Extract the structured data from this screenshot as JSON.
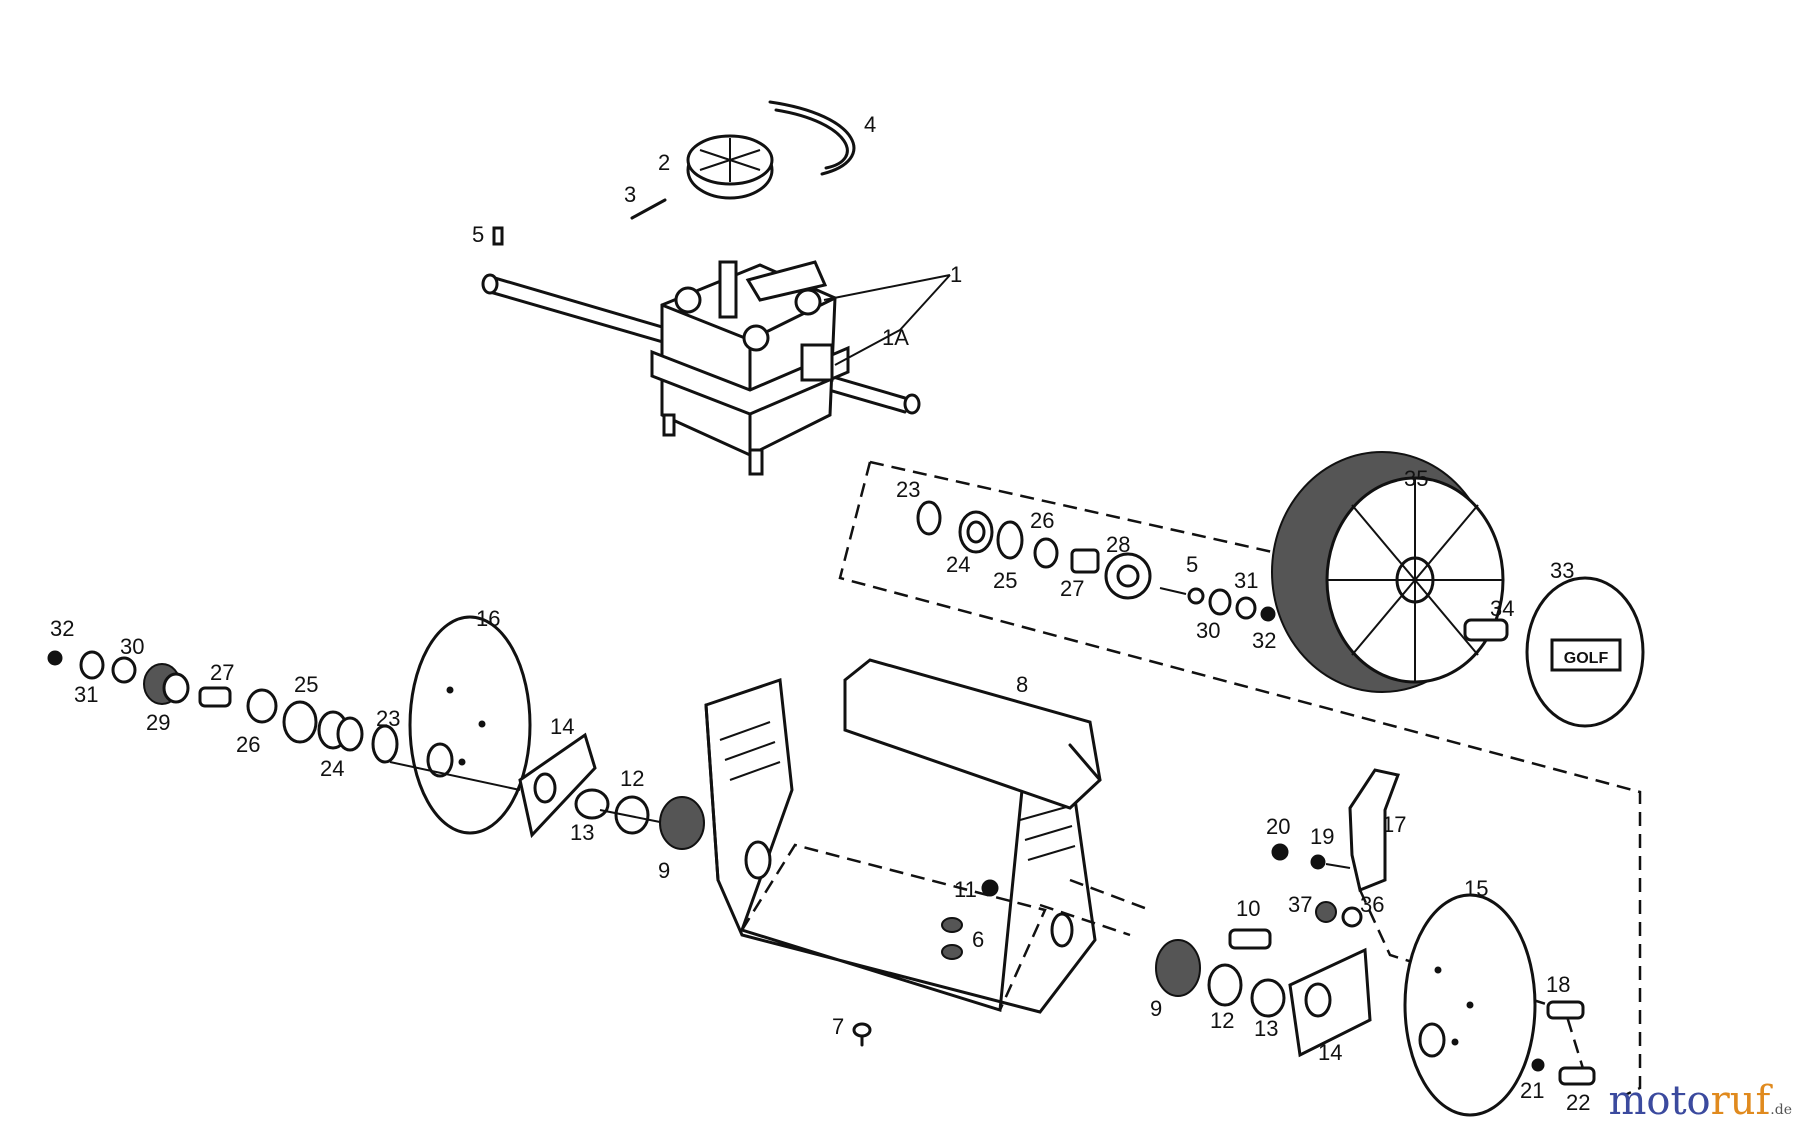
{
  "diagram": {
    "labels": {
      "l1": "1",
      "l1A": "1A",
      "l2": "2",
      "l3": "3",
      "l4": "4",
      "l5a": "5",
      "l23r": "23",
      "l24r": "24",
      "l25r": "25",
      "l26r": "26",
      "l27r": "27",
      "l28": "28",
      "l5b": "5",
      "l31r": "31",
      "l30r": "30",
      "l32r": "32",
      "l35": "35",
      "l34": "34",
      "l33": "33",
      "l32l": "32",
      "l31l": "31",
      "l30l": "30",
      "l29": "29",
      "l27l": "27",
      "l26l": "26",
      "l25l": "25",
      "l24l": "24",
      "l23l": "23",
      "l16": "16",
      "l14l": "14",
      "l13l": "13",
      "l12l": "12",
      "l9l": "9",
      "l8": "8",
      "l11": "11",
      "l6": "6",
      "l7": "7",
      "l20": "20",
      "l19": "19",
      "l17": "17",
      "l10": "10",
      "l37": "37",
      "l36": "36",
      "l15": "15",
      "l18": "18",
      "l9r": "9",
      "l12r": "12",
      "l13r": "13",
      "l14r": "14",
      "l21": "21",
      "l22": "22"
    },
    "hubcap_text": "GOLF"
  },
  "watermark": {
    "part1": "moto",
    "part2": "ruf",
    "part3": ".de"
  }
}
